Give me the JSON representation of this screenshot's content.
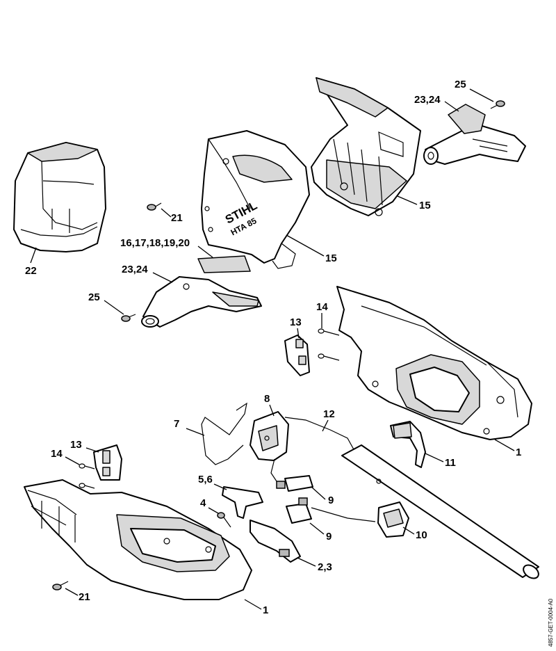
{
  "callouts": [
    {
      "id": "c25a",
      "text": "25"
    },
    {
      "id": "c2324a",
      "text": "23,24"
    },
    {
      "id": "c15a",
      "text": "15"
    },
    {
      "id": "c21a",
      "text": "21"
    },
    {
      "id": "c1617",
      "text": "16,17,18,19,20"
    },
    {
      "id": "c15b",
      "text": "15"
    },
    {
      "id": "c22",
      "text": "22"
    },
    {
      "id": "c2324b",
      "text": "23,24"
    },
    {
      "id": "c25b",
      "text": "25"
    },
    {
      "id": "c14a",
      "text": "14"
    },
    {
      "id": "c13a",
      "text": "13"
    },
    {
      "id": "c8",
      "text": "8"
    },
    {
      "id": "c7",
      "text": "7"
    },
    {
      "id": "c12",
      "text": "12"
    },
    {
      "id": "c1a",
      "text": "1"
    },
    {
      "id": "c11",
      "text": "11"
    },
    {
      "id": "c13b",
      "text": "13"
    },
    {
      "id": "c14b",
      "text": "14"
    },
    {
      "id": "c56",
      "text": "5,6"
    },
    {
      "id": "c9a",
      "text": "9"
    },
    {
      "id": "c4",
      "text": "4"
    },
    {
      "id": "c10",
      "text": "10"
    },
    {
      "id": "c9b",
      "text": "9"
    },
    {
      "id": "c23",
      "text": "2,3"
    },
    {
      "id": "c21b",
      "text": "21"
    },
    {
      "id": "c1b",
      "text": "1"
    }
  ],
  "housing_logo": {
    "brand": "STIHL",
    "model": "HTA 85"
  },
  "drawing_ref": "4857-GET-0004-A0"
}
